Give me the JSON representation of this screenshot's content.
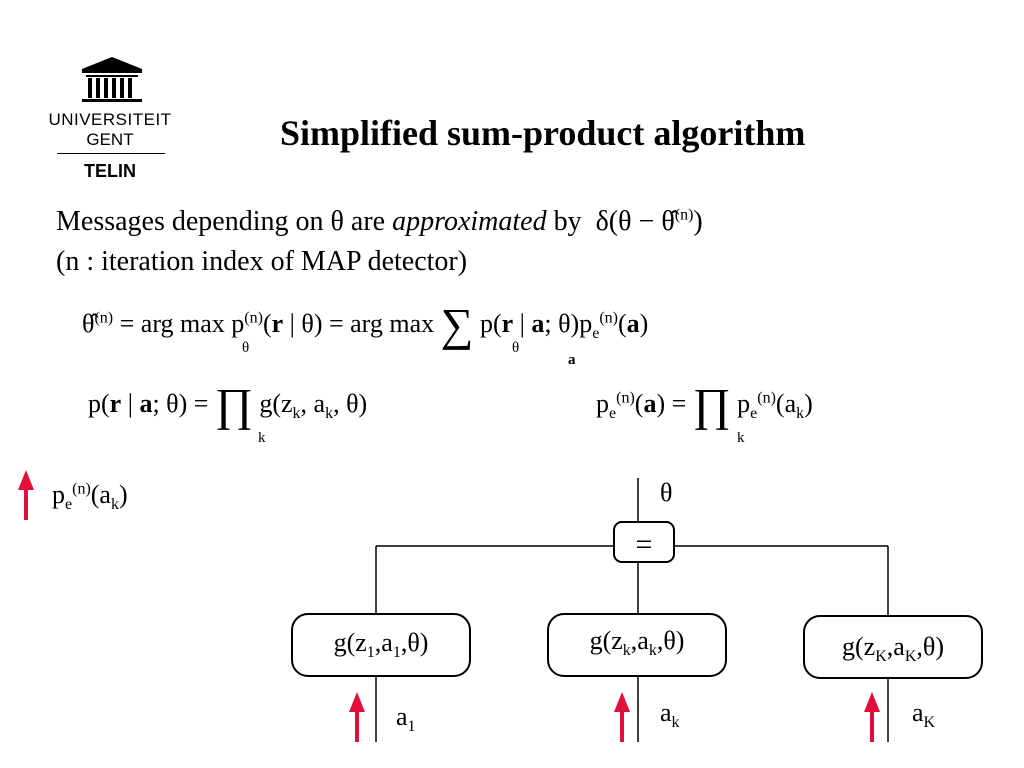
{
  "logo": {
    "line1": "UNIVERSITEIT",
    "line2": "GENT",
    "line3": "TELIN",
    "icon": "building-columns-icon"
  },
  "slide": {
    "title": "Simplified sum-product algorithm",
    "text1_pre": "Messages depending on θ are ",
    "text1_em": "approximated",
    "text1_post": " by",
    "text2": "(n : iteration index of MAP detector)"
  },
  "graph": {
    "theta_label": "θ",
    "eq_node_label": "=",
    "left_message": "p",
    "nodes": [
      "g(z",
      "g(z",
      "g(z"
    ],
    "inputs": [
      "a",
      "a",
      "a"
    ]
  },
  "colors": {
    "arrow": "#e0103a",
    "text": "#000000"
  }
}
